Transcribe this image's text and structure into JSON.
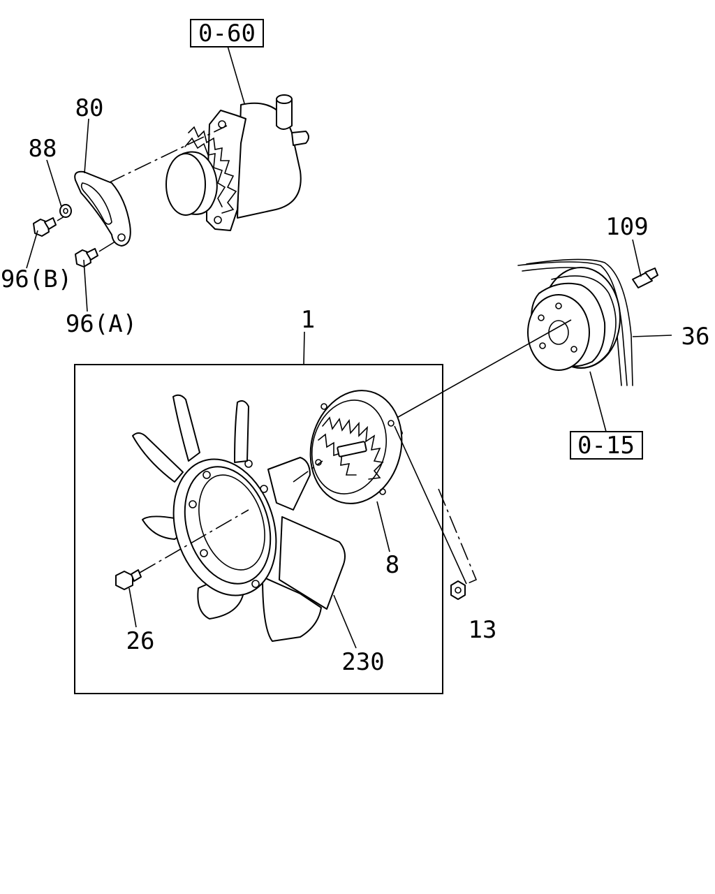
{
  "diagram": {
    "references": {
      "upper": "0-60",
      "right": "0-15"
    },
    "callouts": {
      "bracket": "80",
      "washer": "88",
      "bolt_b": "96(B)",
      "bolt_a": "96(A)",
      "stud": "109",
      "belt": "36",
      "fan_assembly": "1",
      "fan_clutch": "8",
      "fan_bolt": "26",
      "fan_blade": "230",
      "nut": "13"
    }
  }
}
